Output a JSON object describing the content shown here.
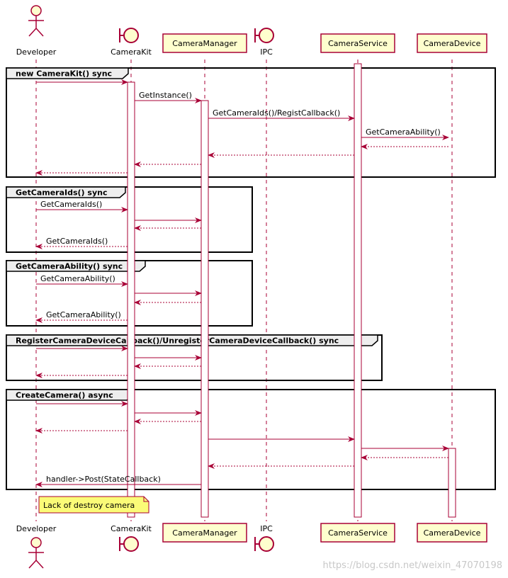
{
  "colors": {
    "arrow": "#a80036",
    "lifeline": "#a80036",
    "box_fill": "#fefece",
    "frame_title_fill": "#eeeeee",
    "note_fill": "#fbfb77"
  },
  "participants": [
    {
      "id": "developer",
      "name": "Developer",
      "kind": "actor"
    },
    {
      "id": "camerakit",
      "name": "CameraKit",
      "kind": "boundary"
    },
    {
      "id": "cameramanager",
      "name": "CameraManager",
      "kind": "box"
    },
    {
      "id": "ipc",
      "name": "IPC",
      "kind": "boundary"
    },
    {
      "id": "cameraservice",
      "name": "CameraService",
      "kind": "box"
    },
    {
      "id": "cameradevice",
      "name": "CameraDevice",
      "kind": "box"
    }
  ],
  "frames": [
    {
      "title": "new CameraKit() sync"
    },
    {
      "title": "GetCameraIds() sync"
    },
    {
      "title": "GetCameraAbility() sync"
    },
    {
      "title": "RegisterCameraDeviceCallback()/UnregisterCameraDeviceCallback() sync"
    },
    {
      "title": "CreateCamera() async"
    }
  ],
  "messages": [
    {
      "from": "developer",
      "to": "camerakit",
      "label": "",
      "style": "solid"
    },
    {
      "from": "camerakit",
      "to": "cameramanager",
      "label": "GetInstance()",
      "style": "solid"
    },
    {
      "from": "cameramanager",
      "to": "cameraservice",
      "label": "GetCameraIds()/RegistCallback()",
      "style": "solid"
    },
    {
      "from": "cameraservice",
      "to": "cameradevice",
      "label": "GetCameraAbility()",
      "style": "solid"
    },
    {
      "from": "cameradevice",
      "to": "cameraservice",
      "label": "",
      "style": "dashed"
    },
    {
      "from": "cameraservice",
      "to": "cameramanager",
      "label": "",
      "style": "dashed"
    },
    {
      "from": "cameramanager",
      "to": "camerakit",
      "label": "",
      "style": "dashed"
    },
    {
      "from": "camerakit",
      "to": "developer",
      "label": "",
      "style": "dashed"
    },
    {
      "from": "developer",
      "to": "camerakit",
      "label": "GetCameraIds()",
      "style": "solid"
    },
    {
      "from": "camerakit",
      "to": "cameramanager",
      "label": "",
      "style": "solid"
    },
    {
      "from": "cameramanager",
      "to": "camerakit",
      "label": "",
      "style": "dashed"
    },
    {
      "from": "camerakit",
      "to": "developer",
      "label": "GetCameraIds()",
      "style": "dashed"
    },
    {
      "from": "developer",
      "to": "camerakit",
      "label": "GetCameraAbility()",
      "style": "solid"
    },
    {
      "from": "camerakit",
      "to": "cameramanager",
      "label": "",
      "style": "solid"
    },
    {
      "from": "cameramanager",
      "to": "camerakit",
      "label": "",
      "style": "dashed"
    },
    {
      "from": "camerakit",
      "to": "developer",
      "label": "GetCameraAbility()",
      "style": "dashed"
    },
    {
      "from": "developer",
      "to": "camerakit",
      "label": "",
      "style": "solid"
    },
    {
      "from": "camerakit",
      "to": "cameramanager",
      "label": "",
      "style": "solid"
    },
    {
      "from": "cameramanager",
      "to": "camerakit",
      "label": "",
      "style": "dashed"
    },
    {
      "from": "camerakit",
      "to": "developer",
      "label": "",
      "style": "dashed"
    },
    {
      "from": "developer",
      "to": "camerakit",
      "label": "",
      "style": "solid"
    },
    {
      "from": "camerakit",
      "to": "cameramanager",
      "label": "",
      "style": "solid"
    },
    {
      "from": "cameramanager",
      "to": "camerakit",
      "label": "",
      "style": "dashed"
    },
    {
      "from": "camerakit",
      "to": "developer",
      "label": "",
      "style": "dashed"
    },
    {
      "from": "cameramanager",
      "to": "cameraservice",
      "label": "",
      "style": "solid"
    },
    {
      "from": "cameraservice",
      "to": "cameradevice",
      "label": "",
      "style": "solid"
    },
    {
      "from": "cameradevice",
      "to": "cameraservice",
      "label": "",
      "style": "dashed"
    },
    {
      "from": "cameraservice",
      "to": "cameramanager",
      "label": "",
      "style": "dashed"
    },
    {
      "from": "cameramanager",
      "to": "developer",
      "label": "handler->Post(StateCallback)",
      "style": "solid"
    }
  ],
  "note": {
    "text": "Lack of destroy camera"
  },
  "watermark": "https://blog.csdn.net/weixin_47070198"
}
